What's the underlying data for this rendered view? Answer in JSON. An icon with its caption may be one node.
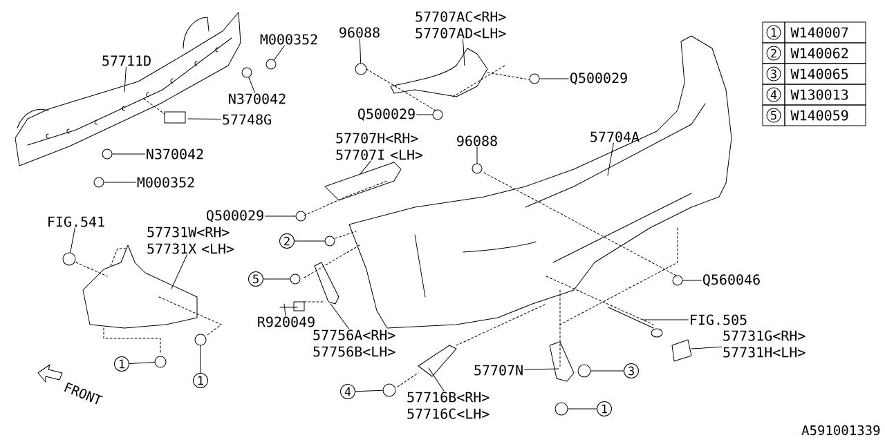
{
  "diagram": {
    "nodes": [
      {
        "text": [
          "57711D"
        ]
      },
      {
        "text": [
          "M000352"
        ]
      },
      {
        "text": [
          "N370042"
        ]
      },
      {
        "text": [
          "57748G"
        ]
      },
      {
        "text": [
          "N370042"
        ]
      },
      {
        "text": [
          "M000352"
        ]
      },
      {
        "text": [
          "96088"
        ]
      },
      {
        "text": [
          "57707AC<RH> 57707AD<LH>"
        ]
      },
      {
        "text": [
          "Q500029"
        ]
      },
      {
        "text": [
          "Q500029"
        ]
      },
      {
        "text": [
          "57707H<RH> 57707I <LH>"
        ]
      },
      {
        "text": [
          "96088"
        ]
      },
      {
        "text": [
          "57704A"
        ]
      },
      {
        "text": [
          "Q500029"
        ]
      },
      {
        "text": [
          "FIG.541"
        ]
      },
      {
        "text": [
          "57731W<RH> 57731X <LH>"
        ]
      },
      {
        "text": [
          "2"
        ]
      },
      {
        "text": [
          "5"
        ]
      },
      {
        "text": [
          "R920049"
        ]
      },
      {
        "text": [
          "57756A<RH> 57756B<LH>"
        ]
      },
      {
        "text": [
          "Q560046"
        ]
      },
      {
        "text": [
          "FIG.505"
        ]
      },
      {
        "text": [
          "57731G<RH> 57731H<LH>"
        ]
      },
      {
        "text": [
          "1"
        ]
      },
      {
        "text": [
          "1"
        ]
      },
      {
        "text": [
          "4"
        ]
      },
      {
        "text": [
          "57716B<RH> 57716C<LH>"
        ]
      },
      {
        "text": [
          "57707N"
        ]
      },
      {
        "text": [
          "3"
        ]
      },
      {
        "text": [
          "1"
        ]
      },
      {
        "text": [],
        "shape": "circle"
      },
      {
        "text": [],
        "shape": "circle"
      },
      {
        "text": [],
        "shape": "circle"
      },
      {
        "text": [],
        "shape": "circle"
      },
      {
        "text": [],
        "shape": "circle"
      },
      {
        "text": [],
        "shape": "circle"
      },
      {
        "text": [],
        "shape": "circle"
      },
      {
        "text": [],
        "shape": "circle"
      },
      {
        "text": [],
        "shape": "circle"
      },
      {
        "text": [],
        "shape": "circle"
      },
      {
        "text": [],
        "shape": "circle"
      },
      {
        "text": [],
        "shape": "circle"
      },
      {
        "text": [],
        "shape": "circle"
      },
      {
        "text": [],
        "shape": "circle"
      },
      {
        "text": [],
        "shape": "circle"
      },
      {
        "text": [],
        "shape": "circle"
      },
      {
        "text": [],
        "shape": "circle"
      },
      {
        "text": [],
        "shape": "circle"
      }
    ],
    "edges": [
      {
        "from": 0,
        "to": null,
        "arrow": "none"
      },
      {
        "from": 1,
        "to": 30,
        "arrow": "none"
      },
      {
        "from": 2,
        "to": 31,
        "arrow": "none"
      },
      {
        "from": 3,
        "to": null,
        "arrow": "none"
      },
      {
        "from": 4,
        "to": 32,
        "arrow": "none"
      },
      {
        "from": 5,
        "to": 33,
        "arrow": "none"
      },
      {
        "from": 6,
        "to": 34,
        "arrow": "none"
      },
      {
        "from": 7,
        "to": null,
        "arrow": "none"
      },
      {
        "from": 8,
        "to": 35,
        "arrow": "none"
      },
      {
        "from": 9,
        "to": 36,
        "arrow": "none"
      },
      {
        "from": 10,
        "to": null,
        "arrow": "none"
      },
      {
        "from": 11,
        "to": 37,
        "arrow": "none"
      },
      {
        "from": 12,
        "to": null,
        "arrow": "none"
      },
      {
        "from": 13,
        "to": 38,
        "arrow": "none"
      },
      {
        "from": 14,
        "to": 39,
        "arrow": "none"
      },
      {
        "from": 15,
        "to": null,
        "arrow": "none"
      },
      {
        "from": 16,
        "to": 40,
        "arrow": "none"
      },
      {
        "from": 17,
        "to": 41,
        "arrow": "none"
      },
      {
        "from": 18,
        "to": null,
        "arrow": "none"
      },
      {
        "from": 19,
        "to": null,
        "arrow": "none"
      },
      {
        "from": 20,
        "to": 42,
        "arrow": "none"
      },
      {
        "from": 21,
        "to": null,
        "arrow": "none"
      },
      {
        "from": 22,
        "to": null,
        "arrow": "none"
      },
      {
        "from": 23,
        "to": 43,
        "arrow": "none"
      },
      {
        "from": 24,
        "to": 44,
        "arrow": "none"
      },
      {
        "from": 25,
        "to": 45,
        "arrow": "none"
      },
      {
        "from": 26,
        "to": null,
        "arrow": "none"
      },
      {
        "from": 27,
        "to": null,
        "arrow": "none"
      },
      {
        "from": 28,
        "to": 46,
        "arrow": "none"
      },
      {
        "from": 29,
        "to": 47,
        "arrow": "none"
      }
    ],
    "labels": [
      "1",
      "W140007",
      "2",
      "W140062",
      "3",
      "W140065",
      "4",
      "W130013",
      "5",
      "W140059",
      "FRONT",
      "A591001339"
    ]
  }
}
